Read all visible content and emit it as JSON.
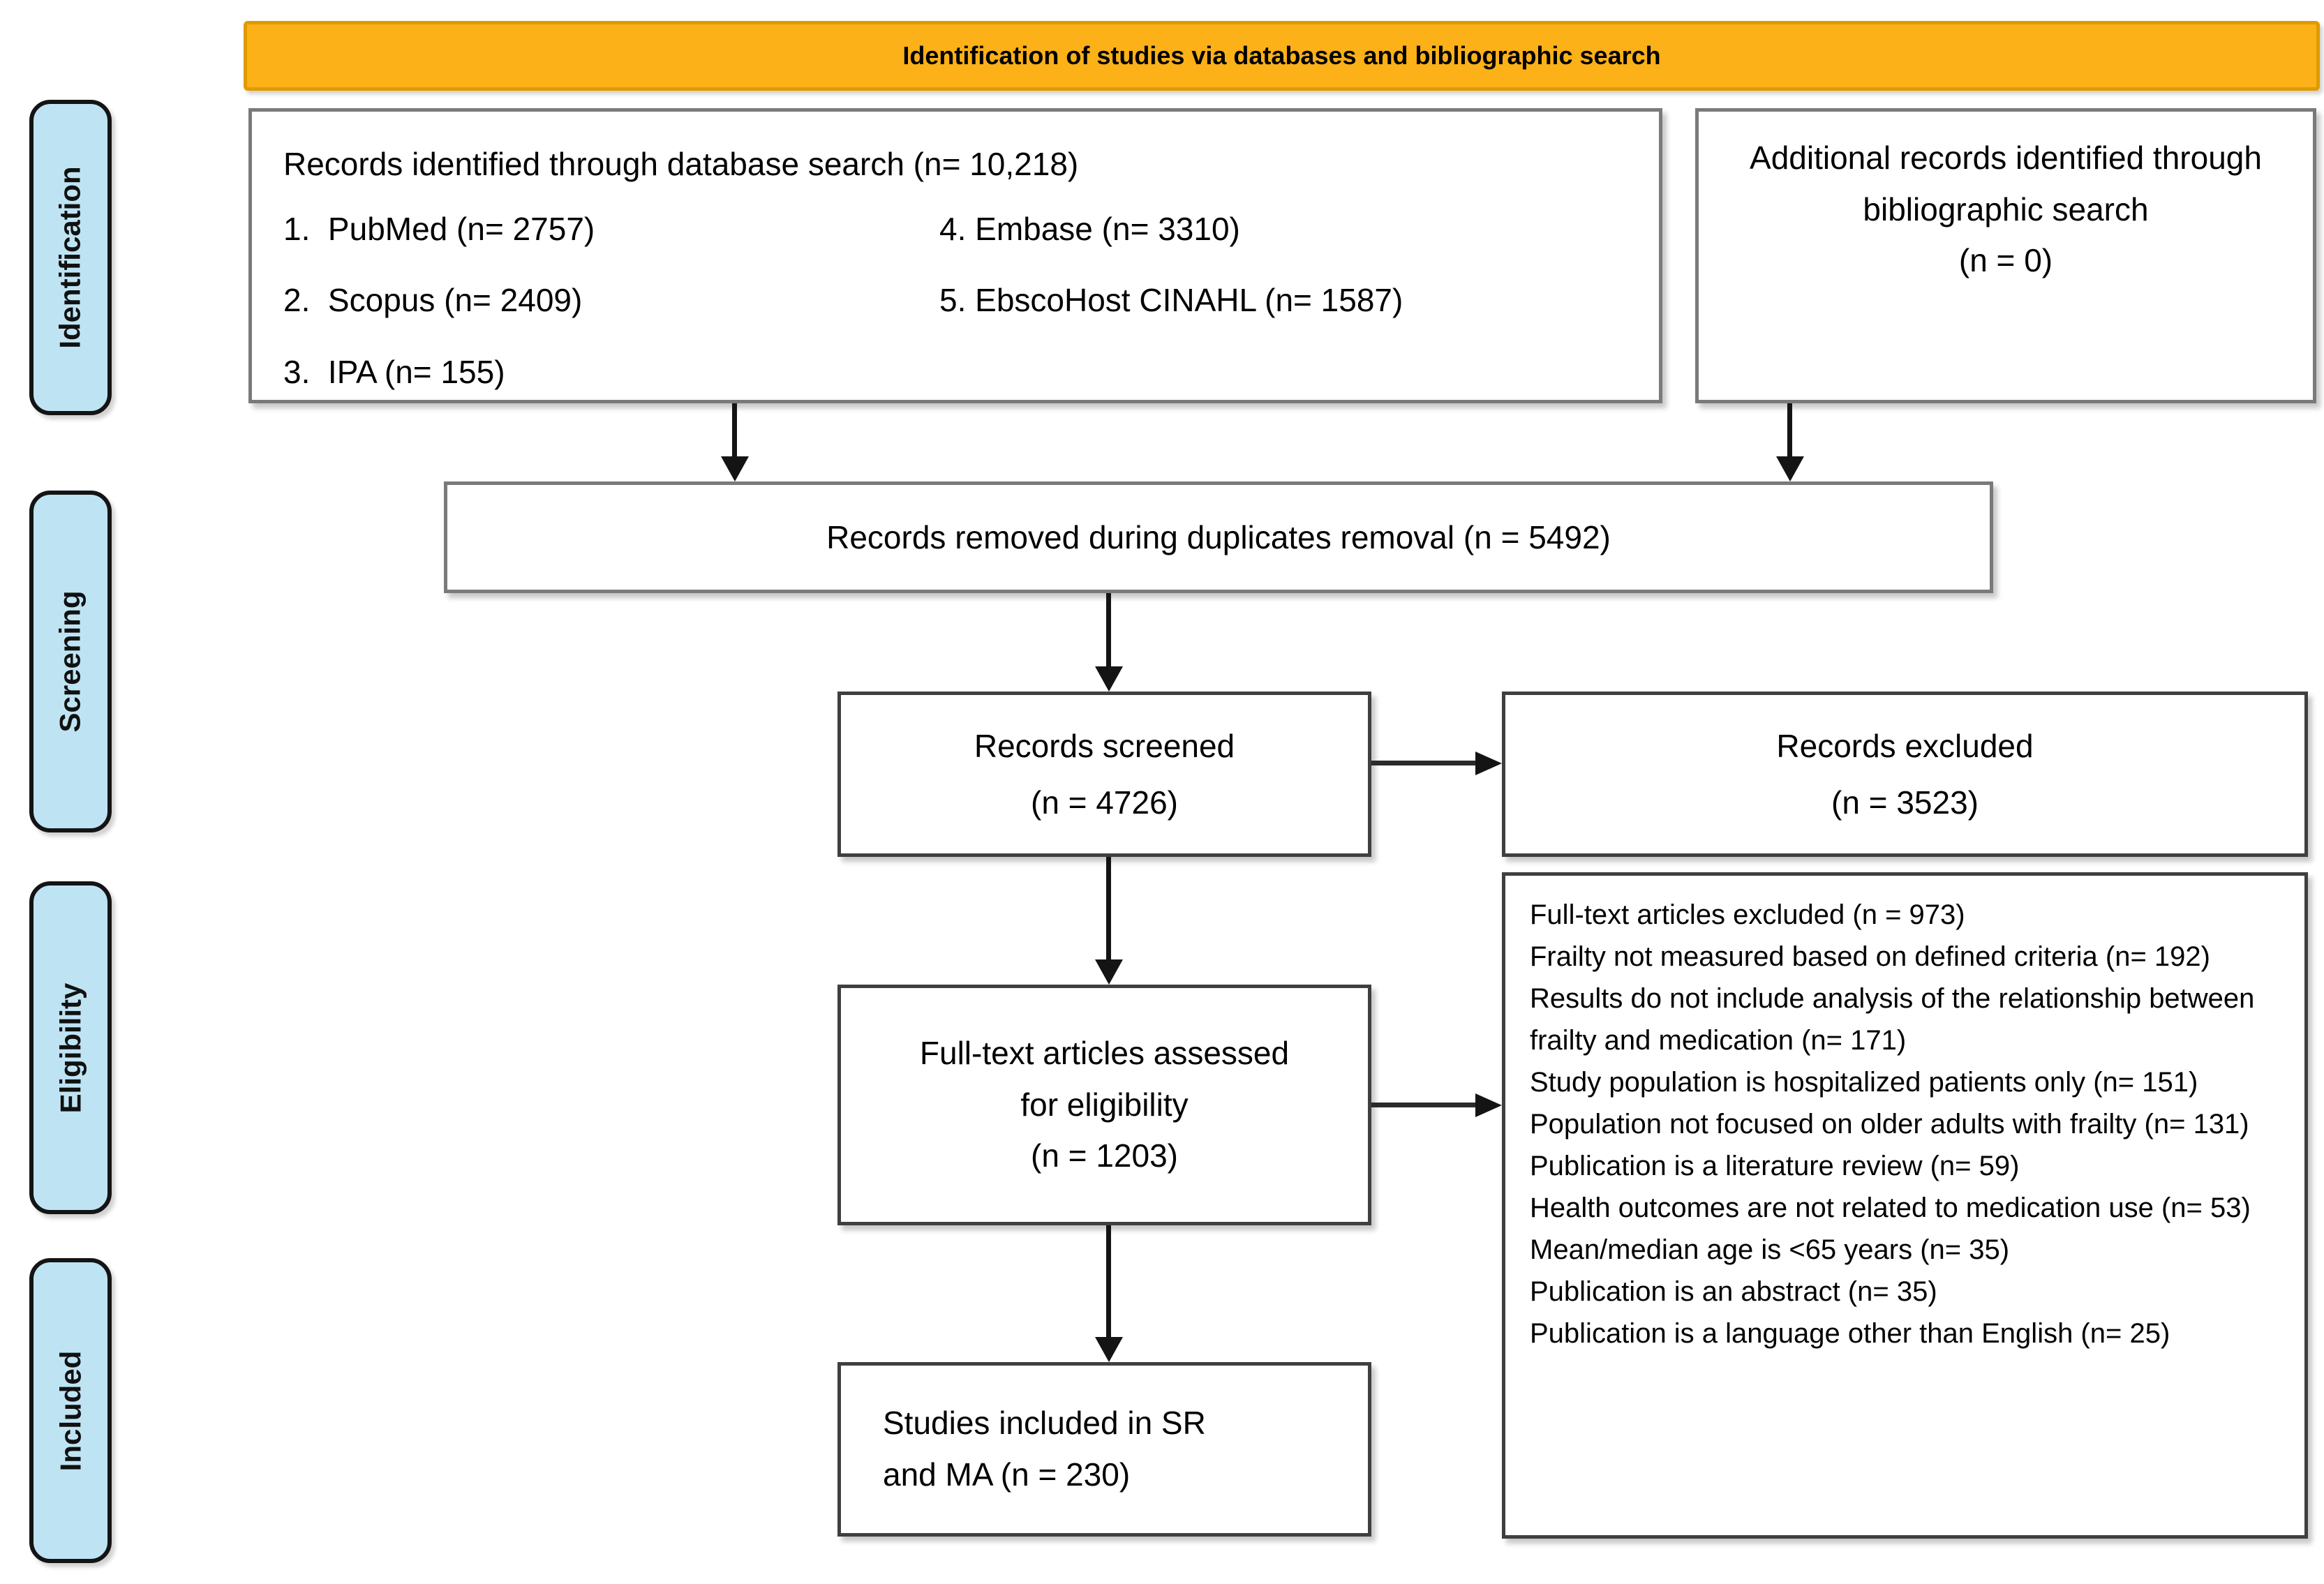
{
  "banner": {
    "title": "Identification of studies via databases and bibliographic search"
  },
  "sidebar": {
    "stages": [
      "Identification",
      "Screening",
      "Eligibility",
      "Included"
    ]
  },
  "boxes": {
    "identified": {
      "title": "Records identified through database search (n= 10,218)",
      "col1": [
        "1.  PubMed (n= 2757)",
        "2.  Scopus (n= 2409)",
        "3.  IPA (n= 155)"
      ],
      "col2": [
        "4. Embase (n= 3310)",
        "5. EbscoHost CINAHL (n= 1587)"
      ]
    },
    "additional": {
      "text": "Additional records identified through bibliographic search",
      "count": "(n = 0)"
    },
    "duplicates": {
      "text": "Records removed during duplicates removal (n = 5492)"
    },
    "screened": {
      "text": "Records screened",
      "count": "(n = 4726)"
    },
    "excluded": {
      "text": "Records excluded",
      "count": "(n = 3523)"
    },
    "fulltext": {
      "text": "Full-text articles assessed for eligibility",
      "count": "(n = 1203)"
    },
    "reasons": {
      "lines": [
        "Full-text articles excluded (n = 973)",
        "Frailty not measured based on defined criteria (n= 192)",
        "Results do not include analysis of the relationship between frailty and medication (n= 171)",
        "Study population is hospitalized patients only (n= 151)",
        "Population not focused on older adults with frailty (n= 131)",
        "Publication is a literature review (n= 59)",
        "Health outcomes are not related to medication use (n= 53)",
        "Mean/median age is <65 years (n= 35)",
        "Publication is an abstract (n= 35)",
        "Publication is a language other than English (n= 25)"
      ]
    },
    "included": {
      "text": "Studies included in SR and MA (n = 230)"
    }
  },
  "colors": {
    "banner_bg": "#FBB117",
    "banner_border": "#DF9B00",
    "stage_bg": "#BEE4F4",
    "box_border": "#7a7a7a",
    "arrow": "#141414"
  }
}
